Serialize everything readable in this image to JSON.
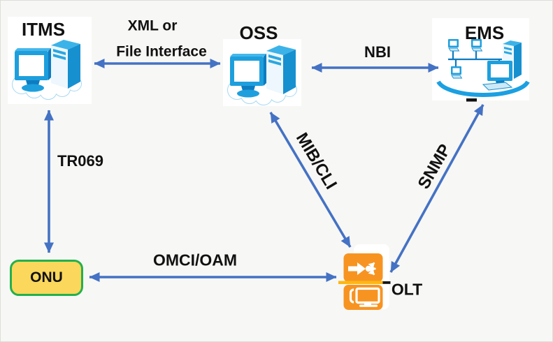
{
  "diagram_type": "network-management-architecture",
  "colors": {
    "background": "#f7f7f5",
    "arrow_blue": "#4472c4",
    "icon_blue": "#1e9fdd",
    "icon_blue_dark": "#0e7cc0",
    "icon_blue_light": "#cde9f7",
    "olt_orange": "#f79421",
    "olt_gold": "#fdb714",
    "onu_fill": "#fbd75b",
    "onu_border": "#22b14c",
    "label_color": "#111111"
  },
  "nodes": {
    "itms": {
      "label": "ITMS",
      "icon": "server-cloud-icon"
    },
    "oss": {
      "label": "OSS",
      "icon": "server-cloud-icon"
    },
    "ems": {
      "label": "EMS",
      "icon": "network-computers-icon"
    },
    "onu": {
      "label": "ONU",
      "icon": "rounded-box"
    },
    "olt": {
      "label": "OLT",
      "icon": "splitter-terminal-icon"
    }
  },
  "links": {
    "itms_oss": {
      "from": "ITMS",
      "to": "OSS",
      "label_line1": "XML or",
      "label_line2": "File Interface",
      "bidirectional": true
    },
    "oss_ems": {
      "from": "OSS",
      "to": "EMS",
      "label": "NBI",
      "bidirectional": true
    },
    "itms_onu": {
      "from": "ITMS",
      "to": "ONU",
      "label": "TR069",
      "bidirectional": true
    },
    "oss_olt": {
      "from": "OSS",
      "to": "OLT",
      "label": "MIB/CLI",
      "bidirectional": true
    },
    "olt_ems": {
      "from": "OLT",
      "to": "EMS",
      "label": "SNMP",
      "bidirectional": true
    },
    "onu_olt": {
      "from": "ONU",
      "to": "OLT",
      "label": "OMCI/OAM",
      "bidirectional": true
    }
  }
}
